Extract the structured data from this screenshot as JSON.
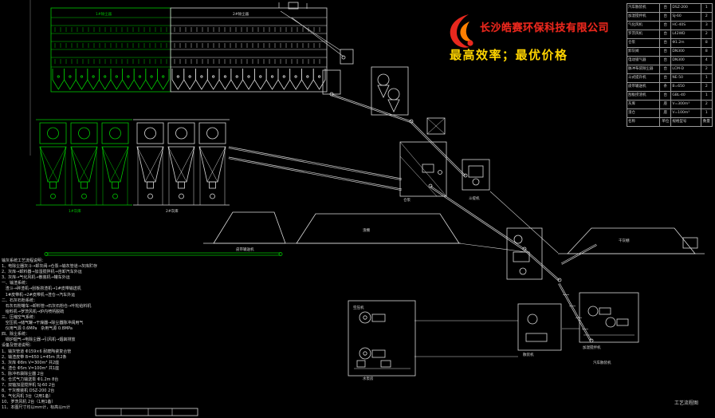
{
  "colors": {
    "background": "#000000",
    "white": "#d9d9d9",
    "green": "#00c800",
    "red": "#e8281e",
    "orange": "#ff7f00",
    "yellow": "#ffd400"
  },
  "company": {
    "name": "长沙皓赛环保科技有限公司",
    "slogan": "最高效率；最优价格"
  },
  "footer": {
    "drawing_label": "工艺流程图"
  },
  "labels": [
    "1#除尘器",
    "2#除尘器",
    "1#灰库",
    "2#灰库",
    "皮带输送机",
    "渣棚",
    "干灰棚",
    "仓泵",
    "斗提机",
    "加湿搅拌机",
    "散装机",
    "水泵房",
    "空压机",
    "汽车散装机"
  ],
  "parts_table": {
    "rows": [
      [
        "汽车散装机",
        "台",
        "DSZ-200",
        "1"
      ],
      [
        "加湿搅拌机",
        "台",
        "SJ-60",
        "2"
      ],
      [
        "气化风机",
        "台",
        "HC-40S",
        "3"
      ],
      [
        "罗茨风机",
        "台",
        "L42WD",
        "2"
      ],
      [
        "仓泵",
        "台",
        "Φ1.2m",
        "8"
      ],
      [
        "卸灰阀",
        "台",
        "DN300",
        "8"
      ],
      [
        "电动锁气器",
        "台",
        "DN300",
        "4"
      ],
      [
        "脉冲布袋除尘器",
        "台",
        "LCM-D",
        "2"
      ],
      [
        "斗式提升机",
        "台",
        "NE-50",
        "1"
      ],
      [
        "皮带输送机",
        "条",
        "B=650",
        "2"
      ],
      [
        "刮板捞渣机",
        "台",
        "GBL-40",
        "1"
      ],
      [
        "灰库",
        "座",
        "V=300m³",
        "2"
      ],
      [
        "渣仓",
        "座",
        "V=100m³",
        "1"
      ],
      [
        "名称",
        "单位",
        "规格型号",
        "数量"
      ]
    ]
  },
  "annotations": {
    "lines": [
      "输灰系统工艺流程说明：",
      "1、电除尘器灰斗→卸灰阀→仓泵→输灰管道→灰库贮存",
      "2、灰库→卸料器→加湿搅拌机→自卸汽车外运",
      "3、灰库→气化风机→散装机→罐车外运",
      "一、输渣系统：",
      "   渣斗→碎渣机→刮板捞渣机→1#皮带输送机",
      "   1#皮带机→2#皮带机→渣仓→汽车外运",
      "二、石灰石粉系统：",
      "   石灰石粉罐车→卸料管→石灰石粉仓→叶轮给料机",
      "   给料机→罗茨风机→炉内喷钙脱硫",
      "三、压缩空气系统：",
      "   空压机→储气罐→干燥器→除尘器脉冲阀用气",
      "   仪用气源 0.6MPa   杂用气源 0.8MPa",
      "四、除尘系统：",
      "   锅炉烟气→电除尘器→引风机→烟囱排放",
      "设备及管道说明：",
      "1、输灰管道 Φ159×6 耐磨陶瓷复合管",
      "2、输渣皮带 B=650 L=45m 共2条",
      "3、灰库 Φ8m V=300m³ 共2座",
      "4、渣仓 Φ5m V=100m³ 共1座",
      "5、脉冲布袋除尘器 2台",
      "6、仓式气力输送泵 Φ1.2m 8台",
      "7、双轴加湿搅拌机 SJ-60 2台",
      "8、干灰散装机 DSZ-200 2台",
      "9、气化风机 3台（2用1备）",
      "10、罗茨风机 2台（1用1备）",
      "11、本图尺寸均以mm计，标高以m计"
    ]
  }
}
